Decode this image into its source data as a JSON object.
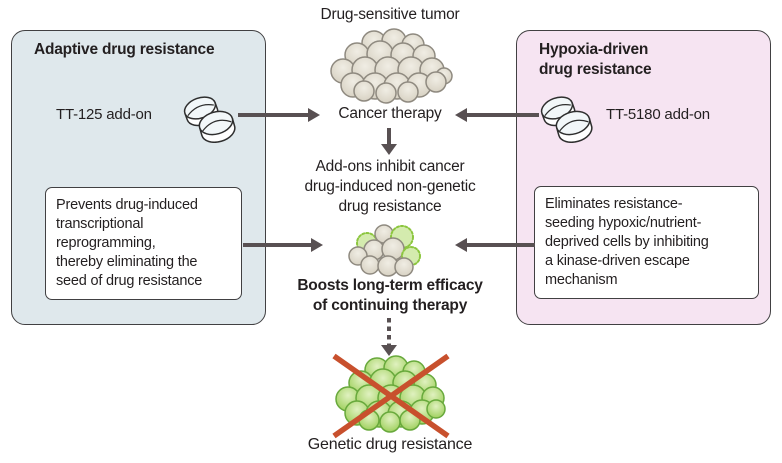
{
  "figure": {
    "top_label": "Drug-sensitive tumor",
    "cancer_therapy_label": "Cancer therapy",
    "addons_text": "Add-ons inhibit cancer\ndrug-induced non-genetic\ndrug resistance",
    "boosts_text": "Boosts long-term efficacy\nof continuing therapy",
    "bottom_label": "Genetic drug resistance"
  },
  "left_panel": {
    "title": "Adaptive drug resistance",
    "addon_label": "TT-125 add-on",
    "box_text": "Prevents drug-induced\ntranscriptional\nreprogramming,\nthereby eliminating the\nseed of drug resistance"
  },
  "right_panel": {
    "title": "Hypoxia-driven\ndrug resistance",
    "addon_label": "TT-5180 add-on",
    "box_text": "Eliminates resistance-\nseeding hypoxic/nutrient-\ndeprived cells by inhibiting\na kinase-driven escape\nmechanism"
  },
  "icons": {
    "pills": "pills-icon",
    "tumor_gray": "drug-sensitive-tumor-illustration",
    "tumor_mixed": "partially-resistant-tumor-illustration",
    "tumor_green_crossed": "genetic-resistant-tumor-crossed-out-illustration"
  },
  "colors": {
    "left_panel_bg": "#dfe8ec",
    "right_panel_bg": "#f6e4f2",
    "panel_border": "#414042",
    "arrow": "#585052",
    "text": "#231f20",
    "tumor_gray_fill": "#ded9cc",
    "tumor_gray_stroke": "#8f8a80",
    "tumor_green_fill": "#a9d764",
    "tumor_green_stroke": "#68a93c",
    "resistant_cell_fill": "#d4ebae",
    "resistant_cell_stroke": "#8cc63f",
    "cross_red": "#c8502d"
  }
}
